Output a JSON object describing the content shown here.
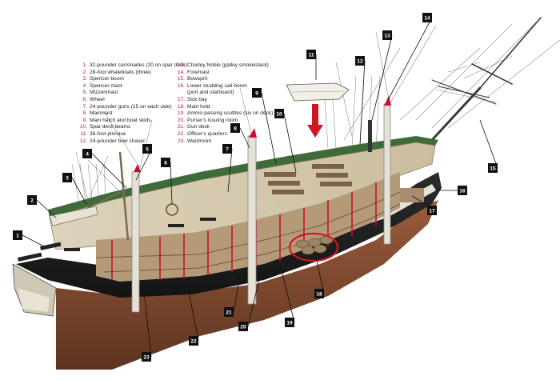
{
  "legend": [
    {
      "num": "1.",
      "text": "32-pounder carronades (20 on spar deck)"
    },
    {
      "num": "2.",
      "text": "28-foot whaleboats (three)"
    },
    {
      "num": "3.",
      "text": "Spencer boom"
    },
    {
      "num": "4.",
      "text": "Spencer mast"
    },
    {
      "num": "5.",
      "text": "Mizzenmast"
    },
    {
      "num": "6.",
      "text": "Wheel"
    },
    {
      "num": "7.",
      "text": "24-pounder guns (15 on each side)"
    },
    {
      "num": "8.",
      "text": "Mainmast"
    },
    {
      "num": "9.",
      "text": "Main hatch and boat skids"
    },
    {
      "num": "10.",
      "text": "Spar deck beams"
    },
    {
      "num": "11.",
      "text": "36-foot pinnace"
    },
    {
      "num": "12.",
      "text": "24-pounder bow chaser"
    },
    {
      "num": "13.",
      "text": "Charley Noble (galley smokestack)"
    },
    {
      "num": "14.",
      "text": "Foremast"
    },
    {
      "num": "15.",
      "text": "Bowsprit"
    },
    {
      "num": "16.",
      "text": "Lower studding sail boom"
    },
    {
      "num": "",
      "text": "(port and starboard)"
    },
    {
      "num": "17.",
      "text": "Sick bay"
    },
    {
      "num": "18.",
      "text": "Main hold"
    },
    {
      "num": "19.",
      "text": "Ammo-passing scuttles (six on deck)"
    },
    {
      "num": "20.",
      "text": "Purser's issuing room"
    },
    {
      "num": "21.",
      "text": "Gun deck"
    },
    {
      "num": "22.",
      "text": "Officer's quarters"
    },
    {
      "num": "23.",
      "text": "Wardroom"
    }
  ],
  "callouts": [
    "1",
    "2",
    "3",
    "4",
    "5",
    "6",
    "7",
    "8",
    "9",
    "10",
    "11",
    "12",
    "13",
    "14",
    "15",
    "16",
    "17",
    "18",
    "19",
    "20",
    "21",
    "22",
    "23"
  ],
  "colors": {
    "number_red": "#c8102e",
    "hull_black": "#1c1c1c",
    "copper": "#8a5030",
    "deck": "#d9cdb4",
    "green_band": "#3f6b3a"
  }
}
